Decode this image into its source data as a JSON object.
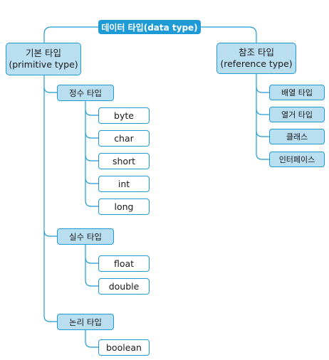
{
  "root": {
    "label": "데이터 타입(data type)"
  },
  "primitive": {
    "label_line1": "기본 타입",
    "label_line2": "(primitive type)",
    "groups": [
      {
        "label": "정수 타입",
        "items": [
          "byte",
          "char",
          "short",
          "int",
          "long"
        ]
      },
      {
        "label": "실수 타입",
        "items": [
          "float",
          "double"
        ]
      },
      {
        "label": "논리 타입",
        "items": [
          "boolean"
        ]
      }
    ]
  },
  "reference": {
    "label_line1": "참조 타입",
    "label_line2": "(reference type)",
    "items": [
      "배열 타입",
      "열거 타입",
      "클래스",
      "인터페이스"
    ]
  },
  "colors": {
    "accent": "#1e9bd7",
    "fill_light": "#b9def0",
    "leaf_fill": "#ffffff"
  }
}
